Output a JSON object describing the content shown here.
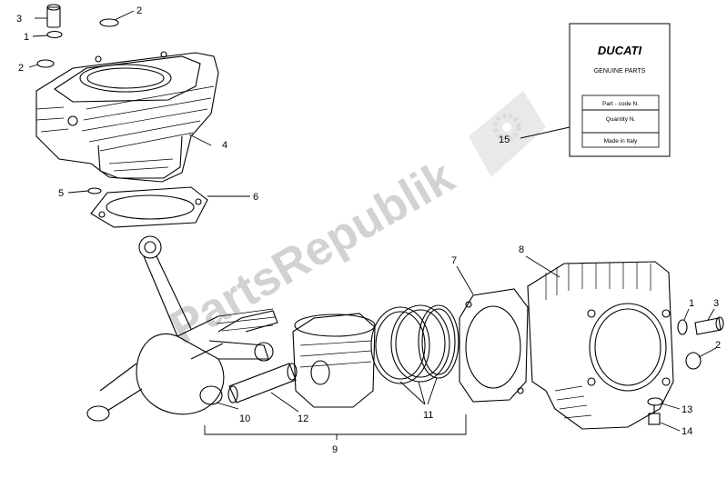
{
  "watermark": {
    "text": "PartsRepublik"
  },
  "label_card": {
    "brand": "DUCATI",
    "subtitle": "GENUINE PARTS",
    "rows": [
      "Part - code N.",
      "Quantity N.",
      "Made in Italy"
    ]
  },
  "callouts": {
    "c1a": "1",
    "c1b": "1",
    "c2a": "2",
    "c2b": "2",
    "c2c": "2",
    "c3a": "3",
    "c3b": "3",
    "c4": "4",
    "c5": "5",
    "c6": "6",
    "c7": "7",
    "c8": "8",
    "c9": "9",
    "c10": "10",
    "c11": "11",
    "c12": "12",
    "c13": "13",
    "c14": "14",
    "c15": "15"
  }
}
